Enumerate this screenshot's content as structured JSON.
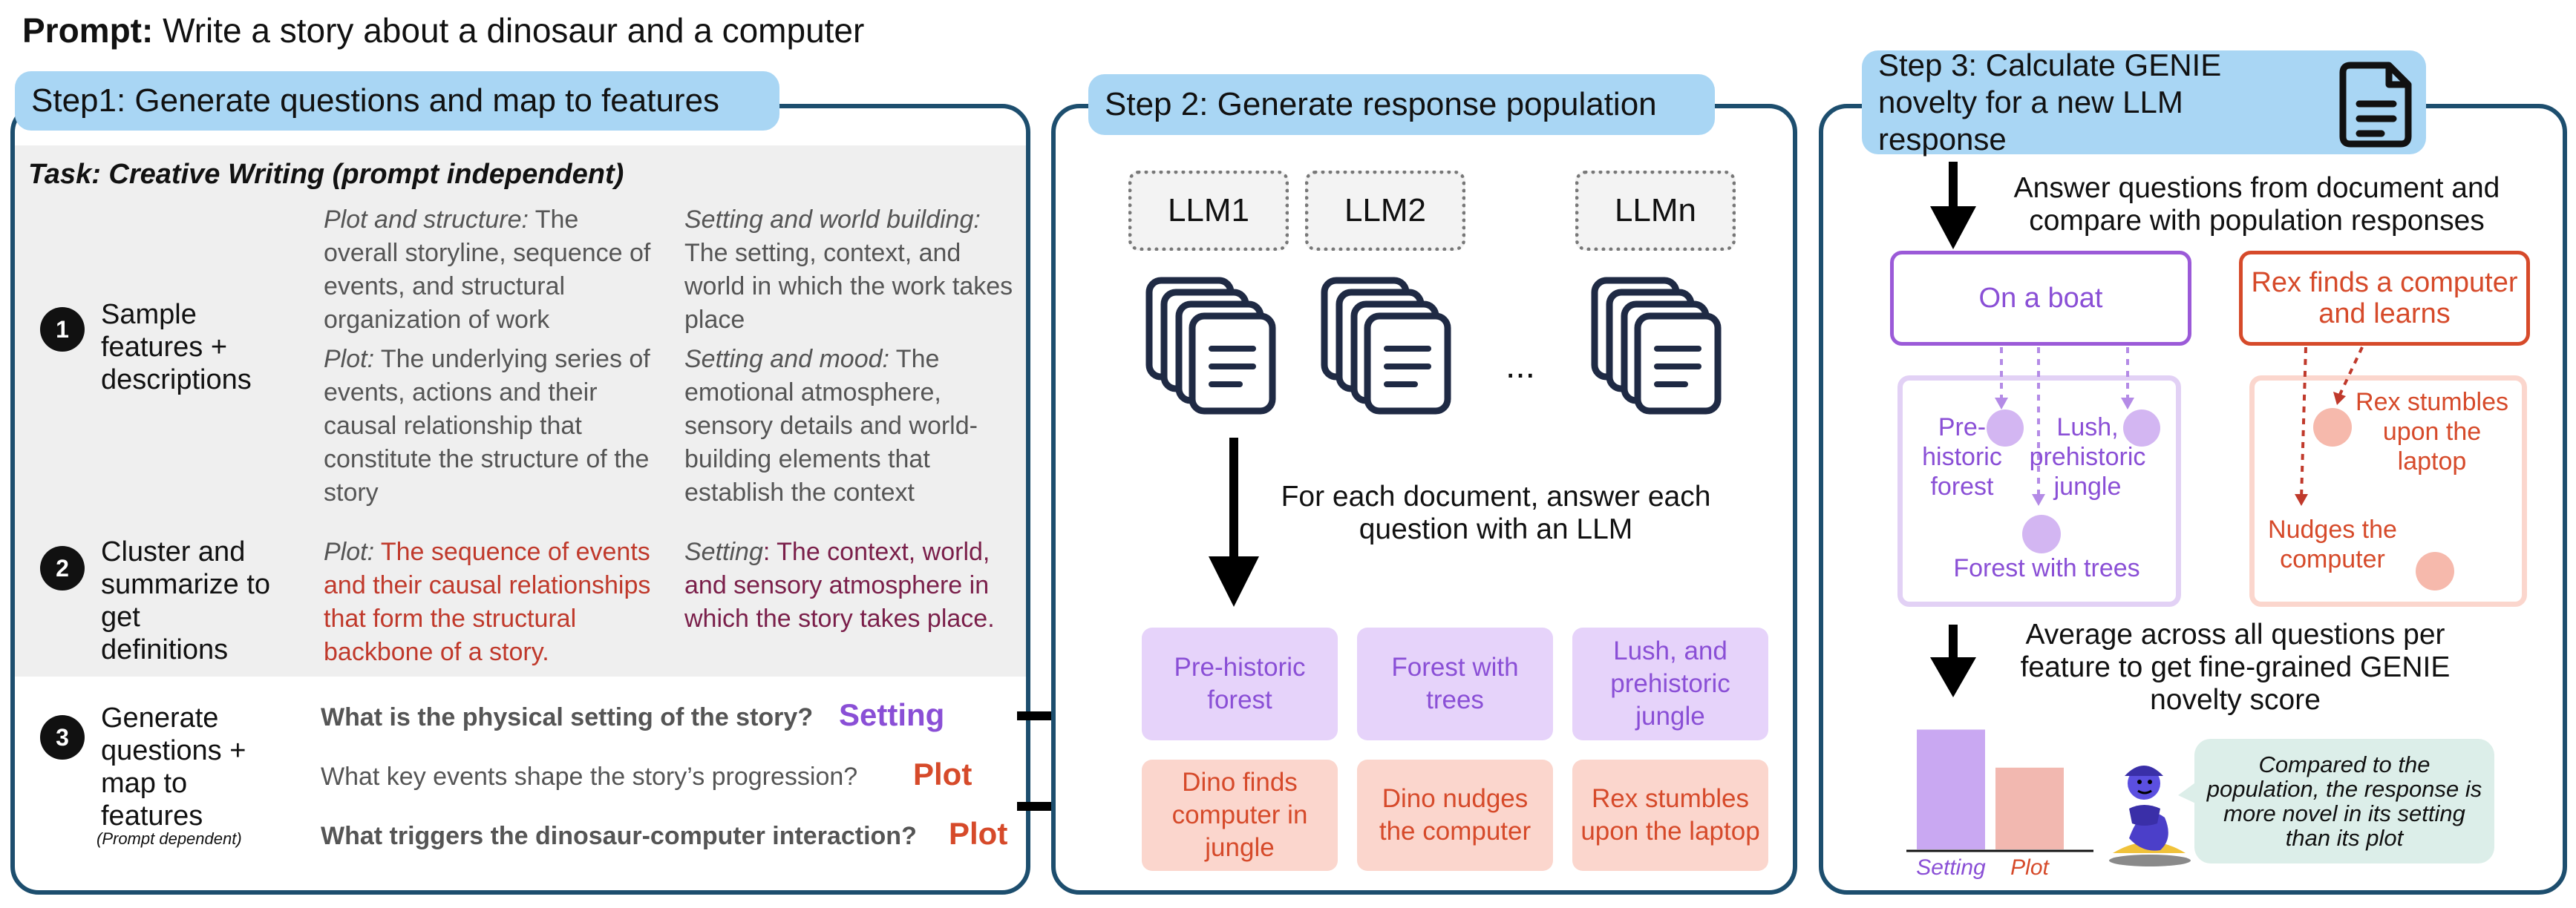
{
  "title": {
    "prefix": "Prompt:",
    "text": "Write a story about a dinosaur and a computer"
  },
  "step1": {
    "label": "Step1: Generate questions and map to features",
    "task": "Task: Creative Writing (prompt independent)",
    "sub1": {
      "num": "1",
      "name": "Sample features + descriptions"
    },
    "sub2": {
      "num": "2",
      "name": "Cluster and summarize to get definitions"
    },
    "sub3": {
      "num": "3",
      "name": "Generate questions + map to features",
      "note": "(Prompt dependent)"
    },
    "features": {
      "plot_structure": {
        "head": "Plot and structure:",
        "body": " The overall storyline, sequence of events, and structural organization of work"
      },
      "setting_world": {
        "head": "Setting and world building:",
        "body": " The setting, context, and world in which the work takes place"
      },
      "plot": {
        "head": "Plot:",
        "body": " The underlying series of events, actions and their causal relationship that constitute the structure of the story"
      },
      "setting_mood": {
        "head": "Setting and mood:",
        "body": " The emotional atmosphere, sensory details and world-building elements that establish the context"
      }
    },
    "definitions": {
      "plot": {
        "head": "Plot:",
        "body": " The sequence of events and their causal relationships that form the structural backbone of a story."
      },
      "setting": {
        "head": "Setting",
        "body": ": The context, world, and sensory atmosphere in which the story takes place."
      }
    },
    "questions": [
      {
        "text": "What is the physical setting of the story?",
        "tag": "Setting"
      },
      {
        "text": "What key events shape the story’s progression?",
        "tag": "Plot"
      },
      {
        "text": "What triggers the dinosaur-computer interaction?",
        "tag": "Plot"
      }
    ]
  },
  "step2": {
    "label": "Step 2: Generate response population",
    "llms": [
      "LLM1",
      "LLM2",
      "LLMn"
    ],
    "ellipsis": "...",
    "instruction": "For each document, answer each question with an LLM",
    "setting_answers": [
      "Pre-historic forest",
      "Forest with trees",
      "Lush, and prehistoric jungle"
    ],
    "plot_answers": [
      "Dino finds computer in jungle",
      "Dino nudges the computer",
      "Rex stumbles upon the laptop"
    ]
  },
  "step3": {
    "label": "Step 3: Calculate GENIE novelty for a new LLM response",
    "answer_text": "Answer questions from document and compare with population responses",
    "setting_response": "On a boat",
    "plot_response": "Rex finds a computer and learns",
    "setting_cluster": [
      "Pre-historic forest",
      "Lush, prehistoric jungle",
      "Forest with trees"
    ],
    "plot_cluster": [
      "Rex stumbles upon the laptop",
      "Nudges the computer"
    ],
    "average_text": "Average across all questions per feature to get fine-grained GENIE novelty score",
    "bar_labels": [
      "Setting",
      "Plot"
    ],
    "speech": "Compared to the population, the response is more novel in its setting than its plot"
  },
  "chart_data": {
    "type": "bar",
    "categories": [
      "Setting",
      "Plot"
    ],
    "values": [
      0.85,
      0.58
    ],
    "colors": [
      "#c9a8f2",
      "#f2b8b0"
    ]
  },
  "icons": [
    "document-icon",
    "document-stack-icon",
    "genie-icon",
    "arrow-down-icon",
    "arrow-right-icon"
  ]
}
